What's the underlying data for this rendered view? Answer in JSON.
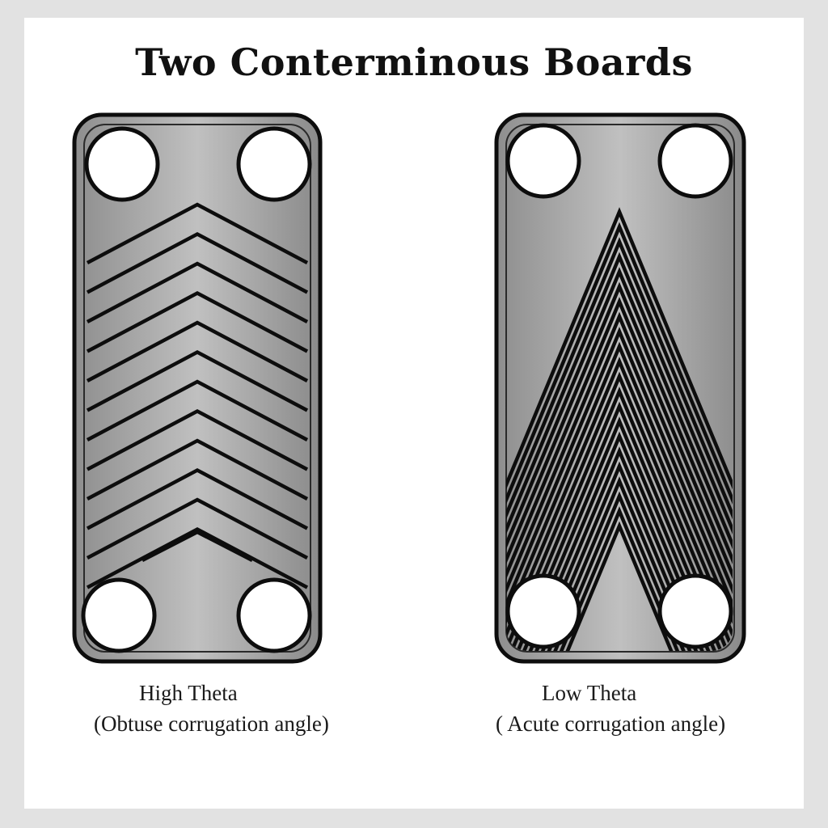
{
  "title": "Two Conterminous Boards",
  "boards": [
    {
      "name": "High Theta",
      "description": "(Obtuse corrugation angle)",
      "pattern": "obtuse-chevron"
    },
    {
      "name": "Low Theta",
      "description": "( Acute corrugation angle)",
      "pattern": "acute-chevron"
    }
  ],
  "colors": {
    "background": "#e2e2e2",
    "canvas": "#ffffff",
    "plate_light": "#bdbdbd",
    "plate_dark": "#8c8c8c",
    "outline": "#0d0d0d",
    "port": "#ffffff"
  }
}
